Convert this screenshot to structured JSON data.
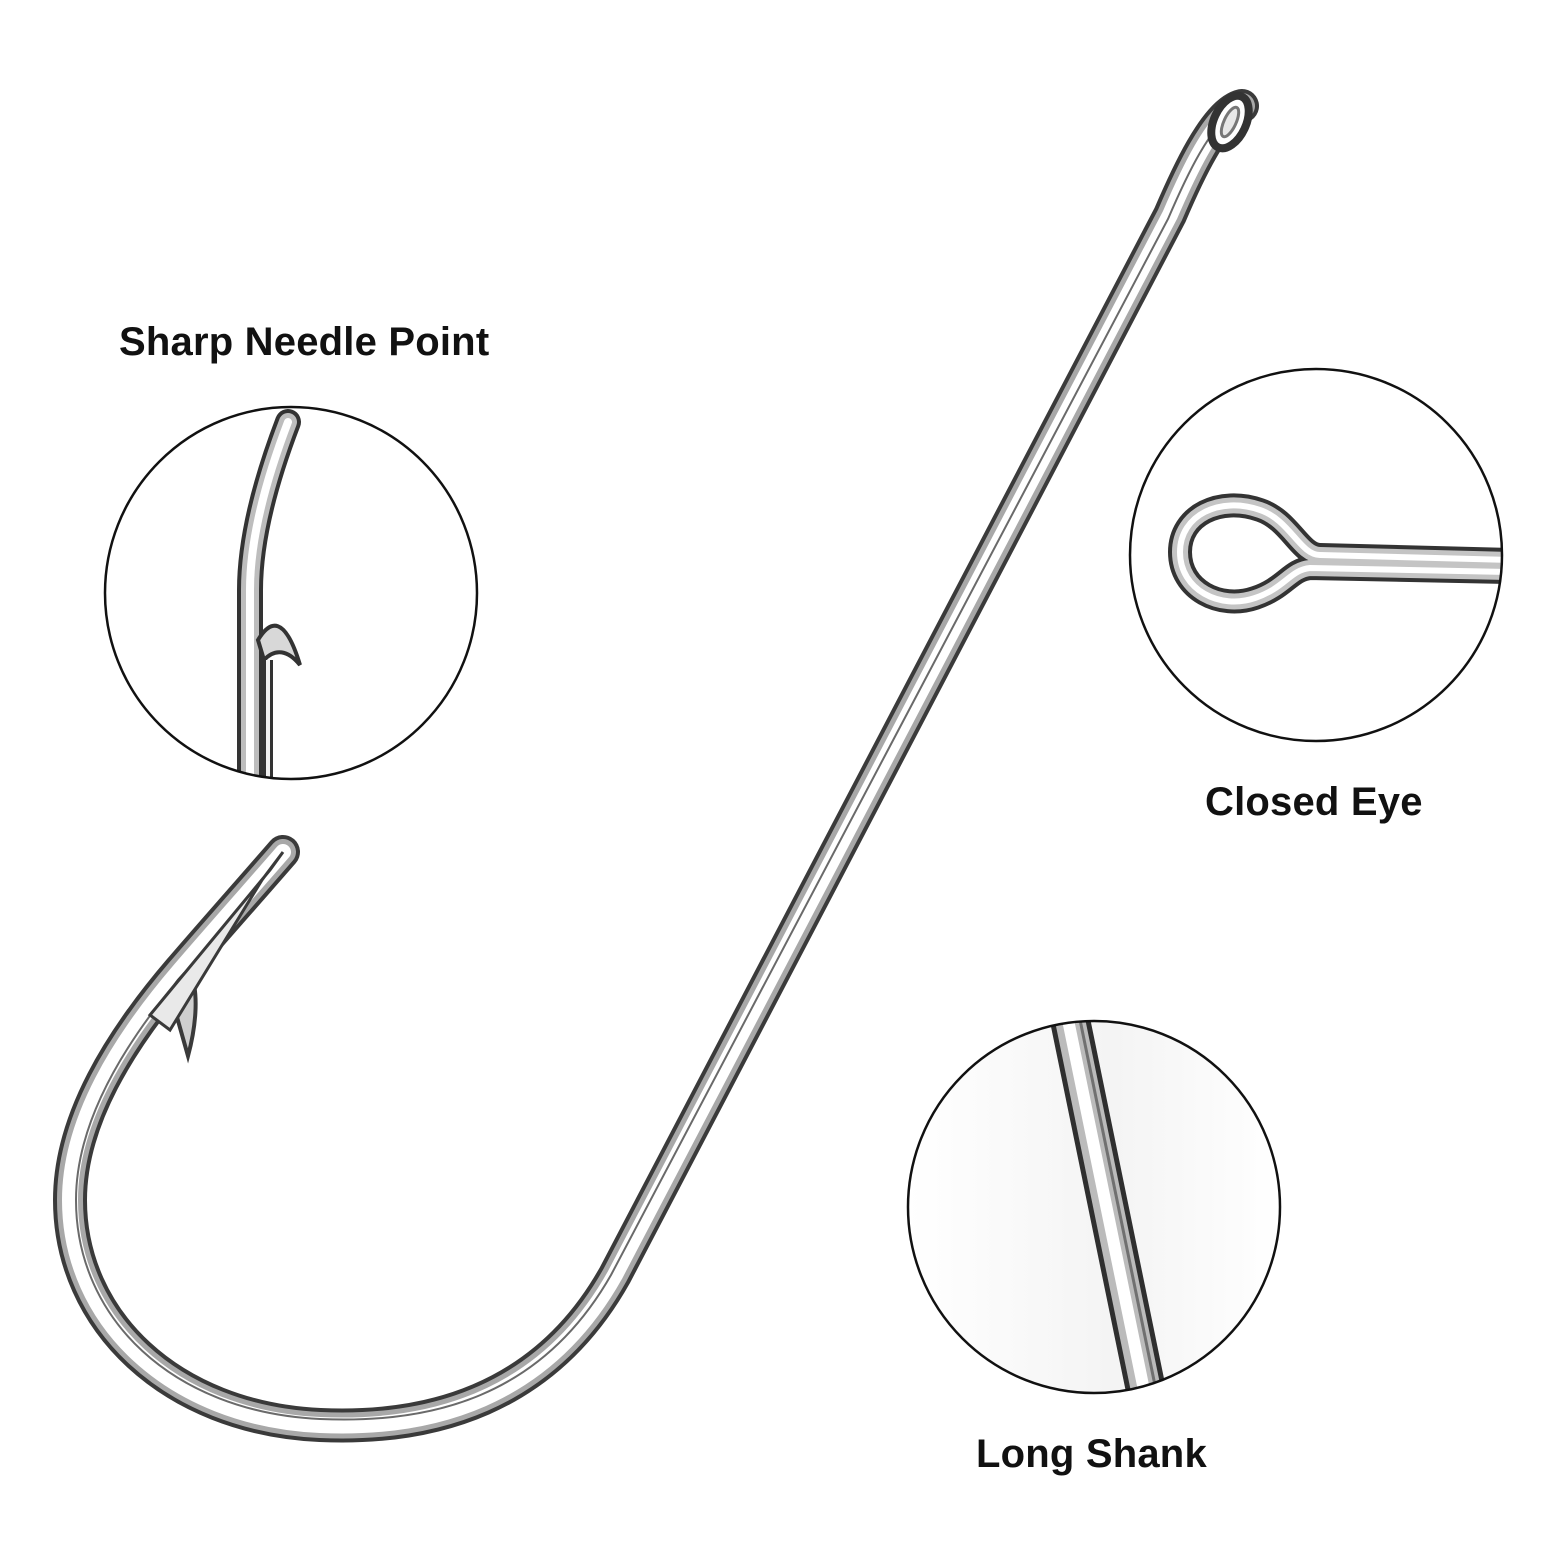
{
  "labels": {
    "point": "Sharp Needle Point",
    "eye": "Closed Eye",
    "shank": "Long Shank"
  },
  "colors": {
    "background": "#ffffff",
    "outline": "#111111",
    "metal_dark": "#3a3a3a",
    "metal_mid": "#9a9a9a",
    "metal_light": "#f2f2f2"
  },
  "icons": {
    "hook": "fishing-hook-icon",
    "point_detail": "needle-point-icon",
    "eye_detail": "closed-eye-icon",
    "shank_detail": "long-shank-icon"
  }
}
